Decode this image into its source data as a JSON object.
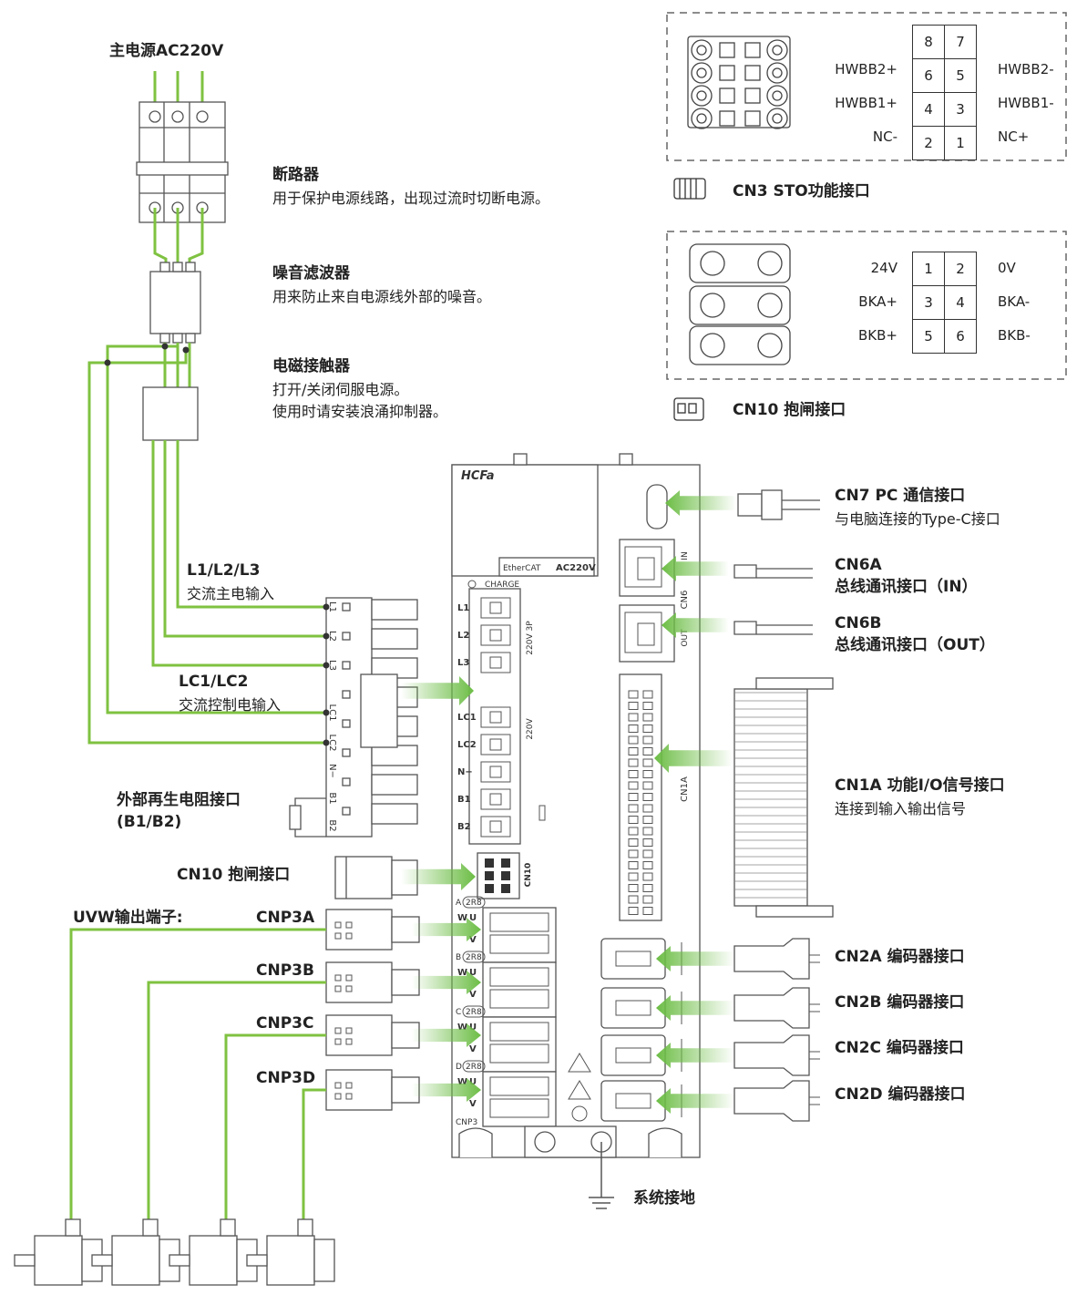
{
  "colors": {
    "wire": "#7fc241",
    "line": "#555555",
    "arrow": "#6cbd45",
    "dash": "#666666"
  },
  "top_left": {
    "main_power": "主电源AC220V",
    "breaker_title": "断路器",
    "breaker_desc": "用于保护电源线路，出现过流时切断电源。",
    "filter_title": "噪音滤波器",
    "filter_desc": "用来防止来自电源线外部的噪音。",
    "contactor_title": "电磁接触器",
    "contactor_desc1": "打开/关闭伺服电源。",
    "contactor_desc2": "使用时请安装浪涌抑制器。"
  },
  "cn3": {
    "title": "CN3 STO功能接口",
    "rows": [
      {
        "left": "",
        "a": "8",
        "b": "7",
        "right": ""
      },
      {
        "left": "HWBB2+",
        "a": "6",
        "b": "5",
        "right": "HWBB2-"
      },
      {
        "left": "HWBB1+",
        "a": "4",
        "b": "3",
        "right": "HWBB1-"
      },
      {
        "left": "NC-",
        "a": "2",
        "b": "1",
        "right": "NC+"
      }
    ]
  },
  "cn10_top": {
    "title": "CN10 抱闸接口",
    "rows": [
      {
        "left": "24V",
        "a": "1",
        "b": "2",
        "right": "0V"
      },
      {
        "left": "BKA+",
        "a": "3",
        "b": "4",
        "right": "BKA-"
      },
      {
        "left": "BKB+",
        "a": "5",
        "b": "6",
        "right": "BKB-"
      }
    ]
  },
  "left_labels": {
    "l123_title": "L1/L2/L3",
    "l123_desc": "交流主电输入",
    "lc_title": "LC1/LC2",
    "lc_desc": "交流控制电输入",
    "regen_title": "外部再生电阻接口",
    "regen_sub": "(B1/B2)",
    "cn10": "CN10 抱闸接口",
    "uvw": "UVW输出端子:",
    "cnp3a": "CNP3A",
    "cnp3b": "CNP3B",
    "cnp3c": "CNP3C",
    "cnp3d": "CNP3D"
  },
  "right_labels": {
    "cn7_title": "CN7 PC 通信接口",
    "cn7_desc": "与电脑连接的Type-C接口",
    "cn6a_title": "CN6A",
    "cn6a_desc": "总线通讯接口（IN）",
    "cn6b_title": "CN6B",
    "cn6b_desc": "总线通讯接口（OUT）",
    "cn1a_title": "CN1A 功能I/O信号接口",
    "cn1a_desc": "连接到输入输出信号",
    "cn2a": "CN2A 编码器接口",
    "cn2b": "CN2B 编码器接口",
    "cn2c": "CN2C 编码器接口",
    "cn2d": "CN2D 编码器接口",
    "ground": "系统接地"
  },
  "drive": {
    "brand": "HCFa",
    "ethercat": "EtherCAT",
    "voltage": "AC220V",
    "charge": "CHARGE",
    "terms": [
      "L1",
      "L2",
      "L3",
      "LC1",
      "LC2",
      "N−",
      "B1",
      "B2"
    ],
    "plug_terms": [
      "L1",
      "L2",
      "L3",
      "LC1",
      "LC2",
      "N−",
      "B1",
      "B2"
    ],
    "v3p": "220V 3P",
    "v220": "220V",
    "cn10": "CN10",
    "cn6": "CN6",
    "in": "IN",
    "out": "OUT",
    "cn1a": "CN1A",
    "cnp3": "CNP3",
    "axes": [
      "A",
      "B",
      "C",
      "D"
    ],
    "r2r8": "2R8",
    "w": "W",
    "u": "U",
    "v": "V"
  }
}
